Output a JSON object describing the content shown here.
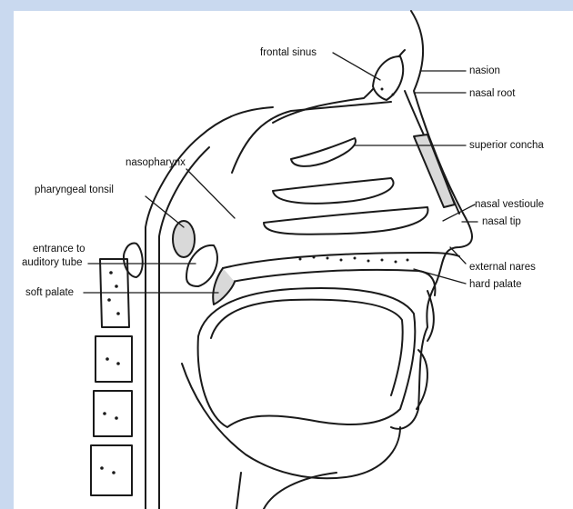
{
  "colors": {
    "background": "#c9d9ef",
    "panel": "#ffffff",
    "stroke": "#1a1a1a",
    "fill_gray": "#d9d9d9"
  },
  "labels": {
    "frontal_sinus": "frontal sinus",
    "nasion": "nasion",
    "nasal_root": "nasal root",
    "superior_concha": "superior concha",
    "nasopharynx": "nasopharynx",
    "pharyngeal_tonsil": "pharyngeal tonsil",
    "nasal_vestibule": "nasal vestioule",
    "nasal_tip": "nasal tip",
    "entrance_line1": "entrance to",
    "entrance_line2": "auditory tube",
    "external_nares": "external nares",
    "soft_palate": "soft palate",
    "hard_palate": "hard palate"
  }
}
